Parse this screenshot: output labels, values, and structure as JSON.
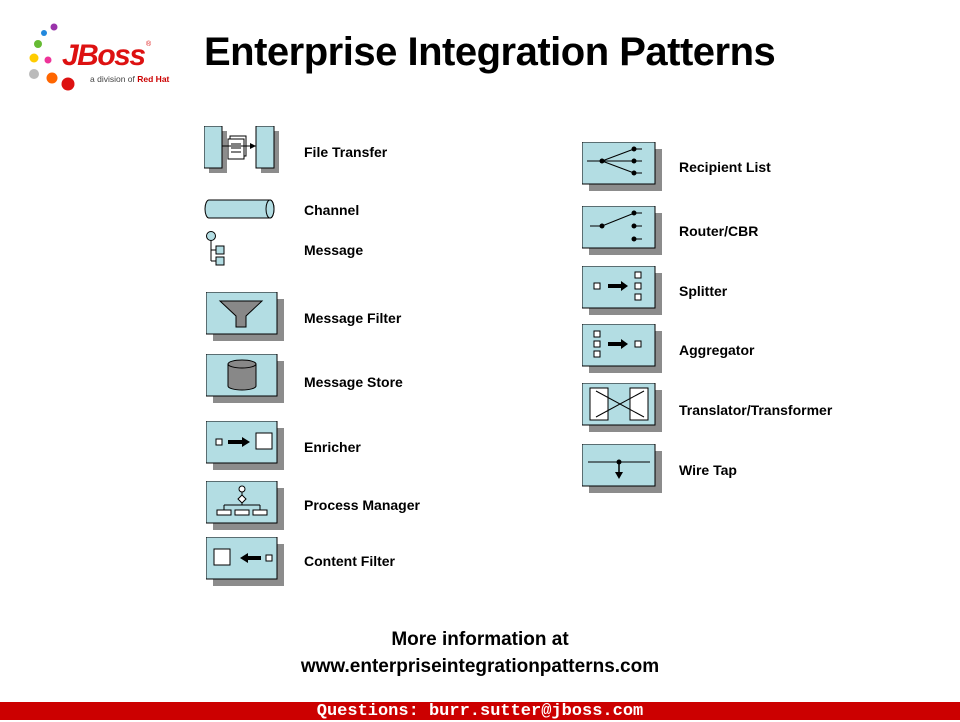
{
  "title": "Enterprise Integration Patterns",
  "logo": {
    "brand": "JBoss",
    "tagline_prefix": "a division of",
    "tagline_company": "Red Hat",
    "registered": "®",
    "colors": {
      "red": "#dd1111",
      "dark_red": "#cc0000",
      "dot_colors": [
        "#2288dd",
        "#66bb33",
        "#ffcc00",
        "#ff6600",
        "#9933aa",
        "#ee3399",
        "#bbbbbb"
      ]
    }
  },
  "icon_fill": "#b3dde3",
  "shadow_fill": "#8c8c8c",
  "patterns_left": [
    {
      "label": "File Transfer",
      "icon": "file-transfer-icon"
    },
    {
      "label": "Channel",
      "icon": "channel-icon"
    },
    {
      "label": "Message",
      "icon": "message-icon"
    },
    {
      "label": "Message Filter",
      "icon": "message-filter-icon"
    },
    {
      "label": "Message Store",
      "icon": "message-store-icon"
    },
    {
      "label": "Enricher",
      "icon": "enricher-icon"
    },
    {
      "label": "Process Manager",
      "icon": "process-manager-icon"
    },
    {
      "label": "Content Filter",
      "icon": "content-filter-icon"
    }
  ],
  "patterns_right": [
    {
      "label": "Recipient List",
      "icon": "recipient-list-icon"
    },
    {
      "label": "Router/CBR",
      "icon": "router-icon"
    },
    {
      "label": "Splitter",
      "icon": "splitter-icon"
    },
    {
      "label": "Aggregator",
      "icon": "aggregator-icon"
    },
    {
      "label": "Translator/Transformer",
      "icon": "translator-icon"
    },
    {
      "label": "Wire Tap",
      "icon": "wire-tap-icon"
    }
  ],
  "more_info": {
    "line1": "More information at",
    "line2": "www.enterpriseintegrationpatterns.com"
  },
  "footer": "Questions: burr.sutter@jboss.com"
}
